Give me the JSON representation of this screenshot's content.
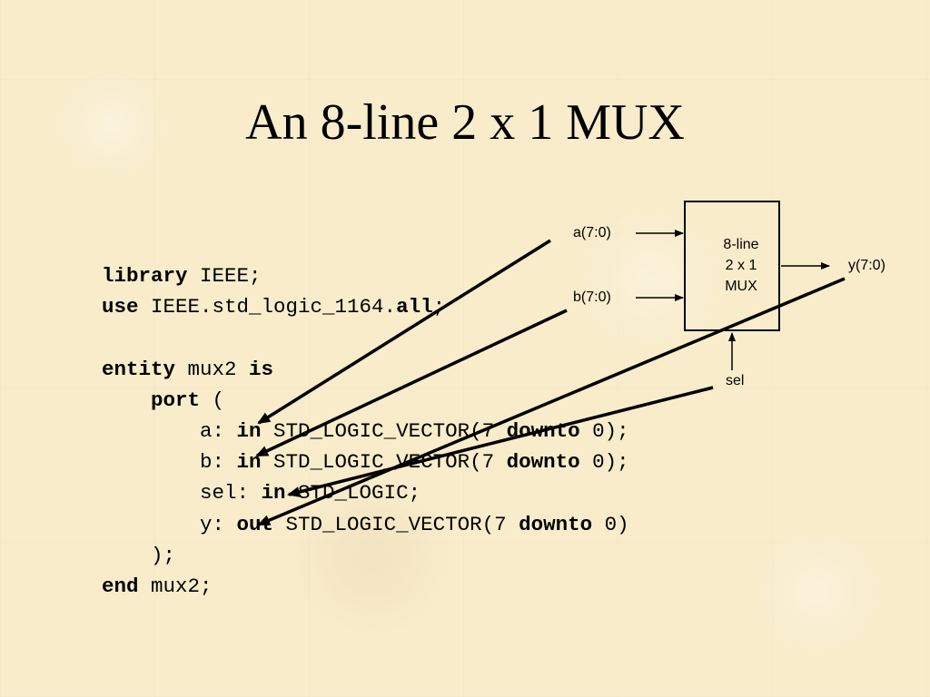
{
  "slide": {
    "title": "An 8-line 2 x 1 MUX"
  },
  "code": {
    "lines": [
      [
        {
          "text": "library",
          "bold": true
        },
        {
          "text": " IEEE;",
          "bold": false
        }
      ],
      [
        {
          "text": "use",
          "bold": true
        },
        {
          "text": " IEEE.std_logic_1164.",
          "bold": false
        },
        {
          "text": "all",
          "bold": true
        },
        {
          "text": ";",
          "bold": false
        }
      ],
      [],
      [
        {
          "text": "entity",
          "bold": true
        },
        {
          "text": " mux2 ",
          "bold": false
        },
        {
          "text": "is",
          "bold": true
        }
      ],
      [
        {
          "text": "    ",
          "bold": false
        },
        {
          "text": "port",
          "bold": true
        },
        {
          "text": " (",
          "bold": false
        }
      ],
      [
        {
          "text": "        a: ",
          "bold": false
        },
        {
          "text": "in",
          "bold": true
        },
        {
          "text": " STD_LOGIC_VECTOR(7 ",
          "bold": false
        },
        {
          "text": "downto",
          "bold": true
        },
        {
          "text": " 0);",
          "bold": false
        }
      ],
      [
        {
          "text": "        b: ",
          "bold": false
        },
        {
          "text": "in",
          "bold": true
        },
        {
          "text": " STD_LOGIC_VECTOR(7 ",
          "bold": false
        },
        {
          "text": "downto",
          "bold": true
        },
        {
          "text": " 0);",
          "bold": false
        }
      ],
      [
        {
          "text": "        sel: ",
          "bold": false
        },
        {
          "text": "in",
          "bold": true
        },
        {
          "text": " STD_LOGIC;",
          "bold": false
        }
      ],
      [
        {
          "text": "        y: ",
          "bold": false
        },
        {
          "text": "out",
          "bold": true
        },
        {
          "text": " STD_LOGIC_VECTOR(7 ",
          "bold": false
        },
        {
          "text": "downto",
          "bold": true
        },
        {
          "text": " 0)",
          "bold": false
        }
      ],
      [
        {
          "text": "    );",
          "bold": false
        }
      ],
      [
        {
          "text": "end",
          "bold": true
        },
        {
          "text": " mux2;",
          "bold": false
        }
      ]
    ]
  },
  "diagram": {
    "block_lines": [
      "8-line",
      "2 x 1",
      "MUX"
    ],
    "input_a": "a(7:0)",
    "input_b": "b(7:0)",
    "select": "sel",
    "output_y": "y(7:0)"
  }
}
